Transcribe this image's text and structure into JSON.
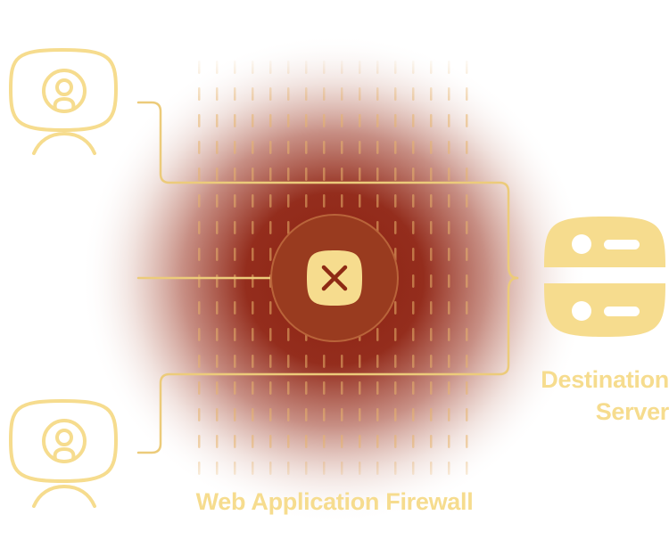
{
  "diagram": {
    "firewall": {
      "label": "Web Application Firewall",
      "status_icon": "x-icon"
    },
    "destination": {
      "label_line1": "Destination",
      "label_line2": "Server",
      "icon": "server-icon"
    },
    "clients": [
      {
        "icon": "user-monitor-icon"
      },
      {
        "icon": "user-monitor-icon"
      }
    ],
    "colors": {
      "accent": "#f6dc8e",
      "line": "#eccb7a",
      "blocked_glow": "#8e2211",
      "button": "#993b1f",
      "x_mark": "#8e2a14"
    }
  }
}
